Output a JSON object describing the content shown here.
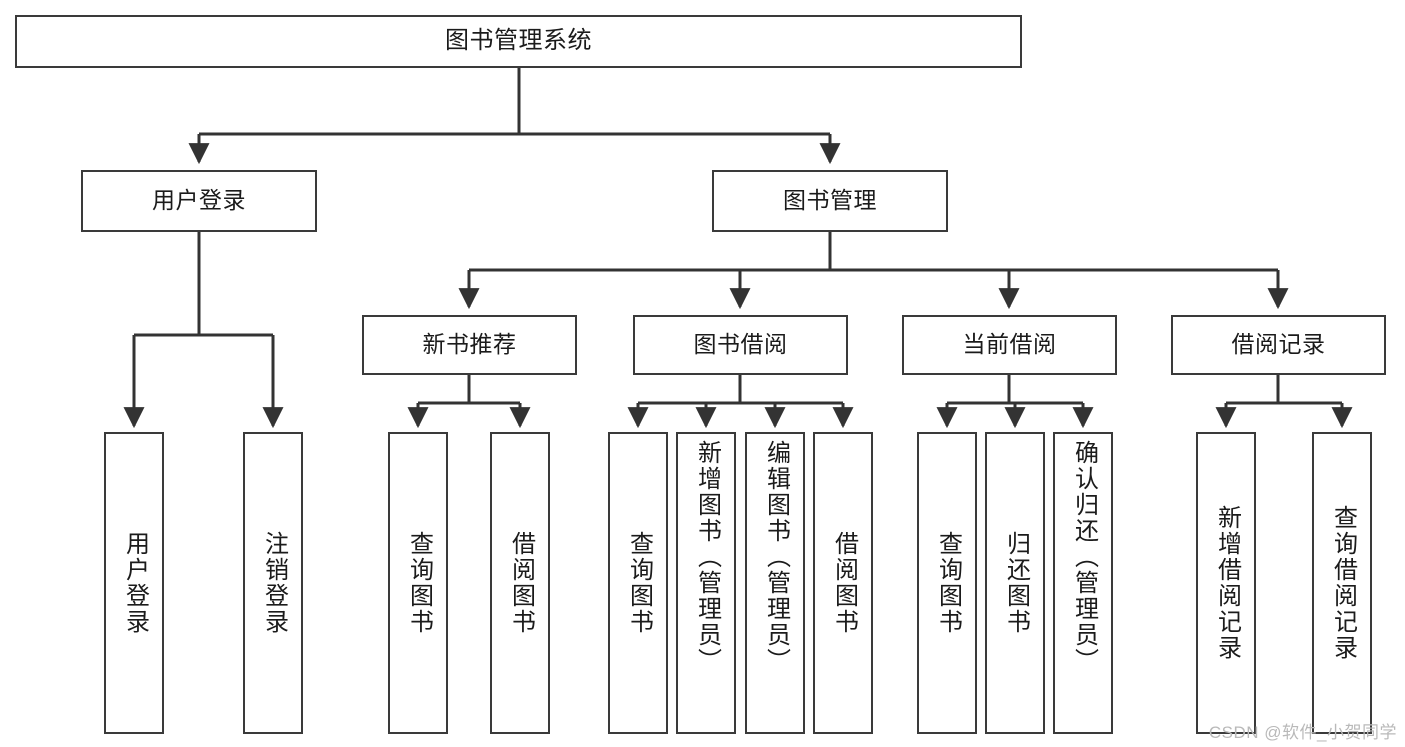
{
  "diagram": {
    "title": "图书管理系统",
    "type": "tree",
    "watermark": "CSDN @软件_小贺同学",
    "colors": {
      "box_border": "#3a3a3a",
      "box_fill": "#ffffff",
      "line": "#333333",
      "text": "#1b1b1b",
      "watermark": "#b9b9b9",
      "background": "#ffffff"
    },
    "root": {
      "label": "图书管理系统"
    },
    "level2": [
      {
        "label": "用户登录"
      },
      {
        "label": "图书管理"
      }
    ],
    "level3": [
      {
        "label": "新书推荐"
      },
      {
        "label": "图书借阅"
      },
      {
        "label": "当前借阅"
      },
      {
        "label": "借阅记录"
      }
    ],
    "leaves": {
      "user_login": [
        {
          "label": "用户登录"
        },
        {
          "label": "注销登录"
        }
      ],
      "new_book_recommend": [
        {
          "label": "查询图书"
        },
        {
          "label": "借阅图书"
        }
      ],
      "book_borrow": [
        {
          "label": "查询图书"
        },
        {
          "label": "新增图书（管理员）"
        },
        {
          "label": "编辑图书（管理员）"
        },
        {
          "label": "借阅图书"
        }
      ],
      "current_borrow": [
        {
          "label": "查询图书"
        },
        {
          "label": "归还图书"
        },
        {
          "label": "确认归还（管理员）"
        }
      ],
      "borrow_record": [
        {
          "label": "新增借阅记录"
        },
        {
          "label": "查询借阅记录"
        }
      ]
    }
  }
}
